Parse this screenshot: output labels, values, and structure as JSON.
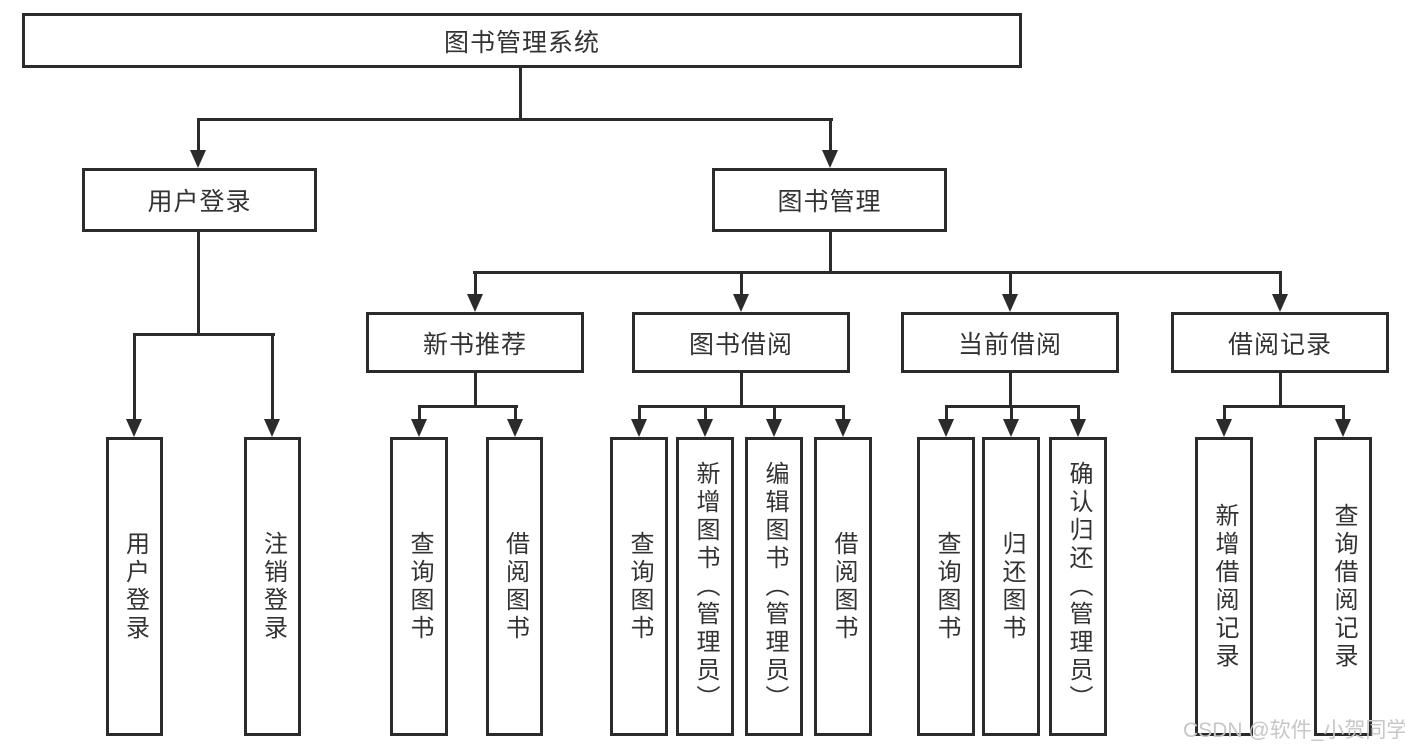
{
  "diagram": {
    "root": {
      "label": "图书管理系统"
    },
    "branches": [
      {
        "label": "用户登录",
        "children": [
          {
            "label": "用户登录"
          },
          {
            "label": "注销登录"
          }
        ]
      },
      {
        "label": "图书管理",
        "children": [
          {
            "label": "新书推荐",
            "children": [
              {
                "label": "查询图书"
              },
              {
                "label": "借阅图书"
              }
            ]
          },
          {
            "label": "图书借阅",
            "children": [
              {
                "label": "查询图书"
              },
              {
                "label": "新增图书（管理员）"
              },
              {
                "label": "编辑图书（管理员）"
              },
              {
                "label": "借阅图书"
              }
            ]
          },
          {
            "label": "当前借阅",
            "children": [
              {
                "label": "查询图书"
              },
              {
                "label": "归还图书"
              },
              {
                "label": "确认归还（管理员）"
              }
            ]
          },
          {
            "label": "借阅记录",
            "children": [
              {
                "label": "新增借阅记录"
              },
              {
                "label": "查询借阅记录"
              }
            ]
          }
        ]
      }
    ]
  },
  "watermark": "CSDN @软件_小贺同学",
  "colors": {
    "line": "#2b2b2b",
    "box_border": "#2b2b2b",
    "text": "#333333",
    "background": "#ffffff",
    "watermark": "#c7c7c7"
  }
}
